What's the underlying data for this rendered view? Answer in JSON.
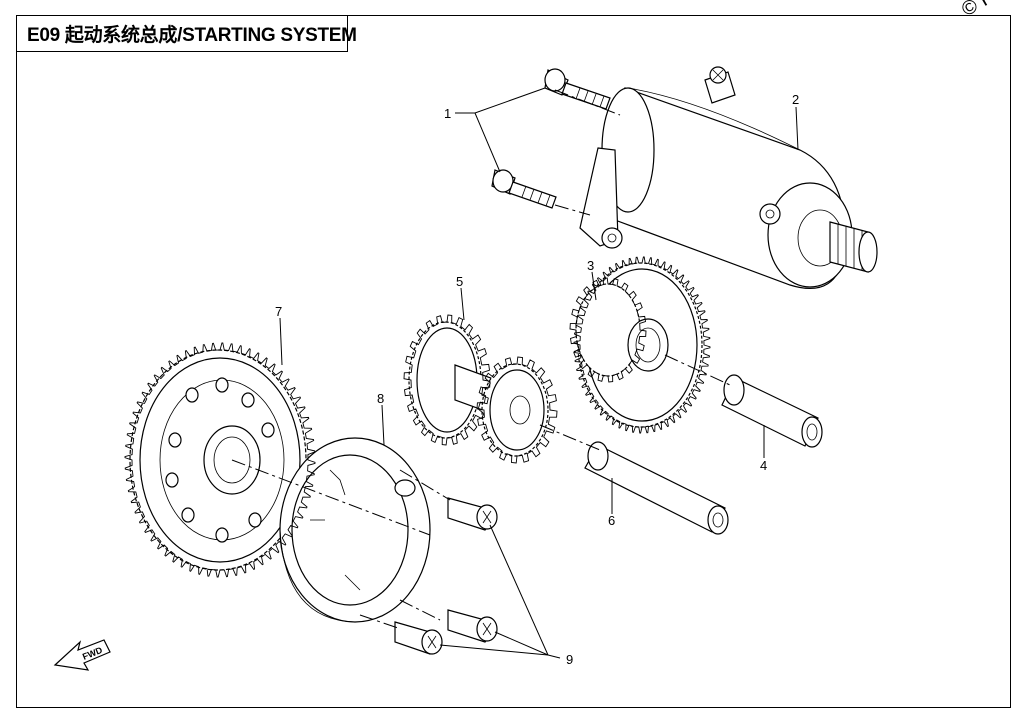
{
  "header": {
    "title": "E09 起动系统总成/STARTING SYSTEM",
    "watermark": "© Part"
  },
  "callouts": [
    {
      "number": "1",
      "part": "bolt"
    },
    {
      "number": "2",
      "part": "starter-motor"
    },
    {
      "number": "3",
      "part": "dual-gear"
    },
    {
      "number": "4",
      "part": "shaft"
    },
    {
      "number": "5",
      "part": "idle-gear"
    },
    {
      "number": "6",
      "part": "shaft"
    },
    {
      "number": "7",
      "part": "starter-ring-gear"
    },
    {
      "number": "8",
      "part": "one-way-clutch"
    },
    {
      "number": "9",
      "part": "bolt"
    }
  ],
  "direction_arrow": {
    "label": "FWD"
  }
}
